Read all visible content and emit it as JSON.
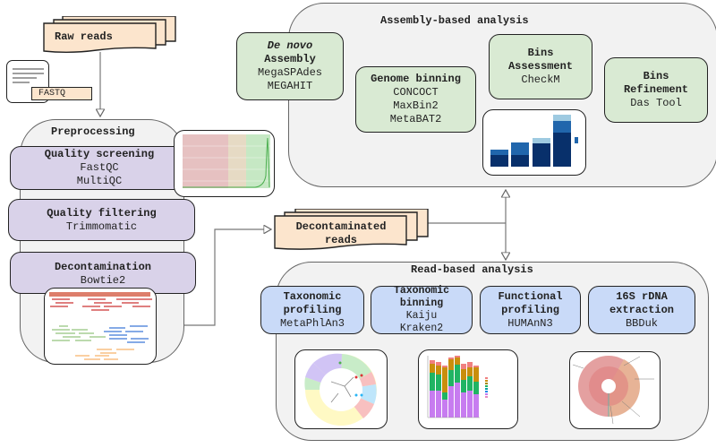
{
  "raw_reads": {
    "label": "Raw reads"
  },
  "fastq": {
    "label": "FASTQ",
    "icon": "file-document-icon"
  },
  "preprocessing": {
    "title": "Preprocessing",
    "steps": [
      {
        "title": "Quality screening",
        "tools": [
          "FastQC",
          "MultiQC"
        ]
      },
      {
        "title": "Quality filtering",
        "tools": [
          "Trimmomatic"
        ]
      },
      {
        "title": "Decontamination",
        "tools": [
          "Bowtie2"
        ]
      }
    ]
  },
  "decontaminated_reads": {
    "label_line1": "Decontaminated",
    "label_line2": "reads"
  },
  "assembly": {
    "title": "Assembly-based analysis",
    "steps": [
      {
        "title_italic": "De novo",
        "title": "Assembly",
        "tools": [
          "MegaSPAdes",
          "MEGAHIT"
        ]
      },
      {
        "title": "Genome binning",
        "tools": [
          "CONCOCT",
          "MaxBin2",
          "MetaBAT2"
        ]
      },
      {
        "title_line1": "Bins",
        "title_line2": "Assessment",
        "tools": [
          "CheckM"
        ]
      },
      {
        "title_line1": "Bins",
        "title_line2": "Refinement",
        "tools": [
          "Das Tool"
        ]
      }
    ]
  },
  "readbased": {
    "title": "Read-based analysis",
    "steps": [
      {
        "title_line1": "Taxonomic",
        "title_line2": "profiling",
        "tools": [
          "MetaPhlAn3"
        ]
      },
      {
        "title_line1": "Taxonomic",
        "title_line2": "binning",
        "tools": [
          "Kaiju",
          "Kraken2"
        ]
      },
      {
        "title_line1": "Functional",
        "title_line2": "profiling",
        "tools": [
          "HUMAnN3"
        ]
      },
      {
        "title_line1": "16S rDNA",
        "title_line2": "extraction",
        "tools": [
          "BBDuk"
        ]
      }
    ]
  },
  "colors": {
    "preprocessing": "#d9d2e9",
    "assembly": "#d9ead3",
    "readbased": "#c9daf8",
    "reads": "#fce5cd"
  }
}
